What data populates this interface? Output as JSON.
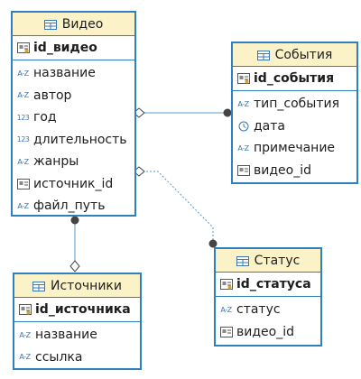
{
  "colors": {
    "border": "#2f80c0",
    "header_bg": "#fbf3c7",
    "connector": "#5a9bd0",
    "marker": "#444444"
  },
  "entities": [
    {
      "title": "Видео",
      "pk": "id_видео",
      "fields": [
        {
          "icon": "text-type-icon",
          "name": "название"
        },
        {
          "icon": "text-type-icon",
          "name": "автор"
        },
        {
          "icon": "number-type-icon",
          "name": "год"
        },
        {
          "icon": "number-type-icon",
          "name": "длительность"
        },
        {
          "icon": "text-type-icon",
          "name": "жанры"
        },
        {
          "icon": "key-ref-icon",
          "name": "источник_id"
        },
        {
          "icon": "text-type-icon",
          "name": "файл_путь"
        }
      ]
    },
    {
      "title": "События",
      "pk": "id_события",
      "fields": [
        {
          "icon": "text-type-icon",
          "name": "тип_события"
        },
        {
          "icon": "date-type-icon",
          "name": "дата"
        },
        {
          "icon": "text-type-icon",
          "name": "примечание"
        },
        {
          "icon": "key-ref-icon",
          "name": "видео_id"
        }
      ]
    },
    {
      "title": "Источники",
      "pk": "id_источника",
      "fields": [
        {
          "icon": "text-type-icon",
          "name": "название"
        },
        {
          "icon": "text-type-icon",
          "name": "ссылка"
        }
      ]
    },
    {
      "title": "Статус",
      "pk": "id_статуса",
      "fields": [
        {
          "icon": "text-type-icon",
          "name": "статус"
        },
        {
          "icon": "key-ref-icon",
          "name": "видео_id"
        }
      ]
    }
  ],
  "icon_text": {
    "text": "A-Z",
    "number": "123"
  }
}
